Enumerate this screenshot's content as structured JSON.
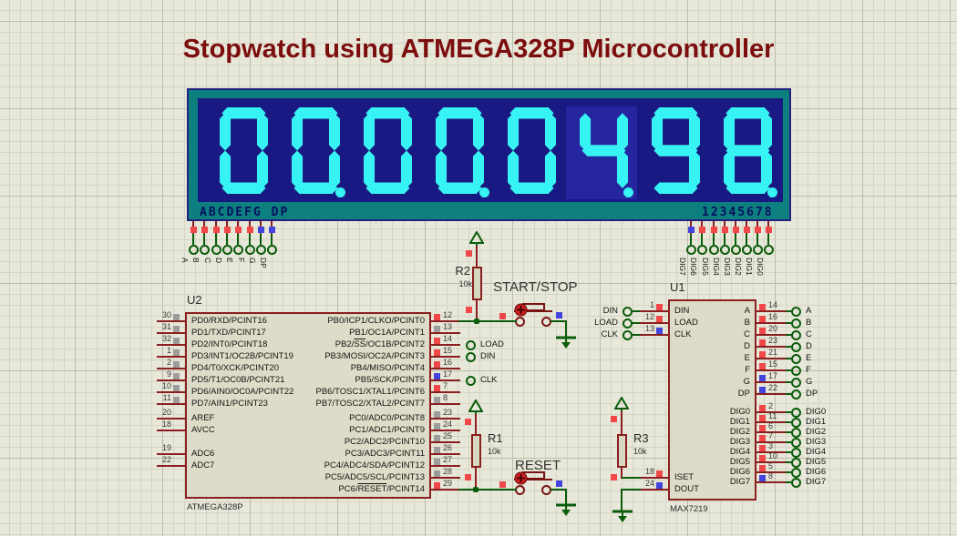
{
  "title": "Stopwatch using ATMEGA328P Microcontroller",
  "display": {
    "digits": [
      "0",
      "0",
      "0",
      "0",
      "0",
      "4",
      "9",
      "8"
    ],
    "dp_after": [
      false,
      true,
      false,
      true,
      false,
      true,
      false,
      true
    ],
    "highlight_index": 5,
    "segment_label": "ABCDEFG DP",
    "digit_label": "12345678",
    "colors": {
      "frame": "#0d7f7f",
      "panel": "#191984",
      "highlight": "#2525a0",
      "segment": "#37f3f3"
    }
  },
  "left_header": {
    "labels": [
      "A",
      "B",
      "C",
      "D",
      "E",
      "F",
      "G",
      "DP"
    ],
    "square_colors": [
      "red",
      "red",
      "red",
      "red",
      "red",
      "red",
      "blue",
      "blue"
    ]
  },
  "right_header": {
    "labels": [
      "DIG7",
      "DIG6",
      "DIG5",
      "DIG4",
      "DIG3",
      "DIG2",
      "DIG1",
      "DIG0"
    ],
    "square_colors": [
      "blue",
      "red",
      "red",
      "red",
      "red",
      "red",
      "red",
      "red"
    ]
  },
  "u2": {
    "ref": "U2",
    "part": "ATMEGA328P",
    "left_pins": [
      {
        "num": "30",
        "label": "PD0/RXD/PCINT16",
        "state": "gray"
      },
      {
        "num": "31",
        "label": "PD1/TXD/PCINT17",
        "state": "gray"
      },
      {
        "num": "32",
        "label": "PD2/INT0/PCINT18",
        "state": "gray"
      },
      {
        "num": "1",
        "label": "PD3/INT1/OC2B/PCINT19",
        "state": "gray"
      },
      {
        "num": "2",
        "label": "PD4/T0/XCK/PCINT20",
        "state": "gray"
      },
      {
        "num": "9",
        "label": "PD5/T1/OC0B/PCINT21",
        "state": "gray"
      },
      {
        "num": "10",
        "label": "PD6/AIN0/OC0A/PCINT22",
        "state": "gray"
      },
      {
        "num": "11",
        "label": "PD7/AIN1/PCINT23",
        "state": "gray"
      },
      {
        "num": "20",
        "label": "AREF",
        "state": null
      },
      {
        "num": "18",
        "label": "AVCC",
        "state": null
      },
      {
        "num": "19",
        "label": "ADC6",
        "state": null
      },
      {
        "num": "22",
        "label": "ADC7",
        "state": null
      }
    ],
    "right_pins": [
      {
        "num": "12",
        "label": "PB0/ICP1/CLKO/PCINT0",
        "state": "red"
      },
      {
        "num": "13",
        "label": "PB1/OC1A/PCINT1",
        "state": "gray"
      },
      {
        "num": "14",
        "label": {
          "pre": "PB2/",
          "over": "SS",
          "post": "/OC1B/PCINT2"
        },
        "state": "red"
      },
      {
        "num": "15",
        "label": "PB3/MOSI/OC2A/PCINT3",
        "state": "red"
      },
      {
        "num": "16",
        "label": "PB4/MISO/PCINT4",
        "state": "red"
      },
      {
        "num": "17",
        "label": "PB5/SCK/PCINT5",
        "state": "blue"
      },
      {
        "num": "7",
        "label": "PB6/TOSC1/XTAL1/PCINT6",
        "state": "red"
      },
      {
        "num": "8",
        "label": "PB7/TOSC2/XTAL2/PCINT7",
        "state": "gray"
      },
      {
        "num": "23",
        "label": "PC0/ADC0/PCINT8",
        "state": "gray"
      },
      {
        "num": "24",
        "label": "PC1/ADC1/PCINT9",
        "state": "gray"
      },
      {
        "num": "25",
        "label": "PC2/ADC2/PCINT10",
        "state": "gray"
      },
      {
        "num": "26",
        "label": "PC3/ADC3/PCINT11",
        "state": "gray"
      },
      {
        "num": "27",
        "label": "PC4/ADC4/SDA/PCINT12",
        "state": "gray"
      },
      {
        "num": "28",
        "label": "PC5/ADC5/SCL/PCINT13",
        "state": "gray"
      },
      {
        "num": "29",
        "label": {
          "pre": "PC6/",
          "over": "RESET",
          "post": "/PCINT14"
        },
        "state": "red"
      }
    ]
  },
  "u1": {
    "ref": "U1",
    "part": "MAX7219",
    "left_pins": [
      {
        "num": "1",
        "label": "DIN",
        "state": "red"
      },
      {
        "num": "12",
        "label": "LOAD",
        "state": "red"
      },
      {
        "num": "13",
        "label": "CLK",
        "state": "blue"
      },
      {
        "num": "18",
        "label": "ISET",
        "state": "red"
      },
      {
        "num": "24",
        "label": "DOUT",
        "state": "blue"
      }
    ],
    "right_pins": [
      {
        "num": "14",
        "label": "A",
        "state": "red"
      },
      {
        "num": "16",
        "label": "B",
        "state": "red"
      },
      {
        "num": "20",
        "label": "C",
        "state": "red"
      },
      {
        "num": "23",
        "label": "D",
        "state": "red"
      },
      {
        "num": "21",
        "label": "E",
        "state": "red"
      },
      {
        "num": "15",
        "label": "F",
        "state": "red"
      },
      {
        "num": "17",
        "label": "G",
        "state": "blue"
      },
      {
        "num": "22",
        "label": "DP",
        "state": "blue"
      },
      {
        "num": "2",
        "label": "DIG0",
        "state": "red"
      },
      {
        "num": "11",
        "label": "DIG1",
        "state": "red"
      },
      {
        "num": "6",
        "label": "DIG2",
        "state": "red"
      },
      {
        "num": "7",
        "label": "DIG3",
        "state": "red"
      },
      {
        "num": "3",
        "label": "DIG4",
        "state": "red"
      },
      {
        "num": "10",
        "label": "DIG5",
        "state": "red"
      },
      {
        "num": "5",
        "label": "DIG6",
        "state": "red"
      },
      {
        "num": "8",
        "label": "DIG7",
        "state": "blue"
      }
    ],
    "left_terminals": [
      "DIN",
      "LOAD",
      "CLK"
    ],
    "right_terminals": [
      "A",
      "B",
      "C",
      "D",
      "E",
      "F",
      "G",
      "DP",
      "DIG0",
      "DIG1",
      "DIG2",
      "DIG3",
      "DIG4",
      "DIG5",
      "DIG6",
      "DIG7"
    ]
  },
  "mid_terminals": [
    "LOAD",
    "DIN",
    "CLK"
  ],
  "resistors": [
    {
      "ref": "R2",
      "value": "10k"
    },
    {
      "ref": "R1",
      "value": "10k"
    },
    {
      "ref": "R3",
      "value": "10k"
    }
  ],
  "buttons": [
    {
      "label": "START/STOP"
    },
    {
      "label": "RESET"
    }
  ],
  "state_colors": {
    "red": "#f04848",
    "blue": "#4343de",
    "gray": "#9c9c9c"
  }
}
